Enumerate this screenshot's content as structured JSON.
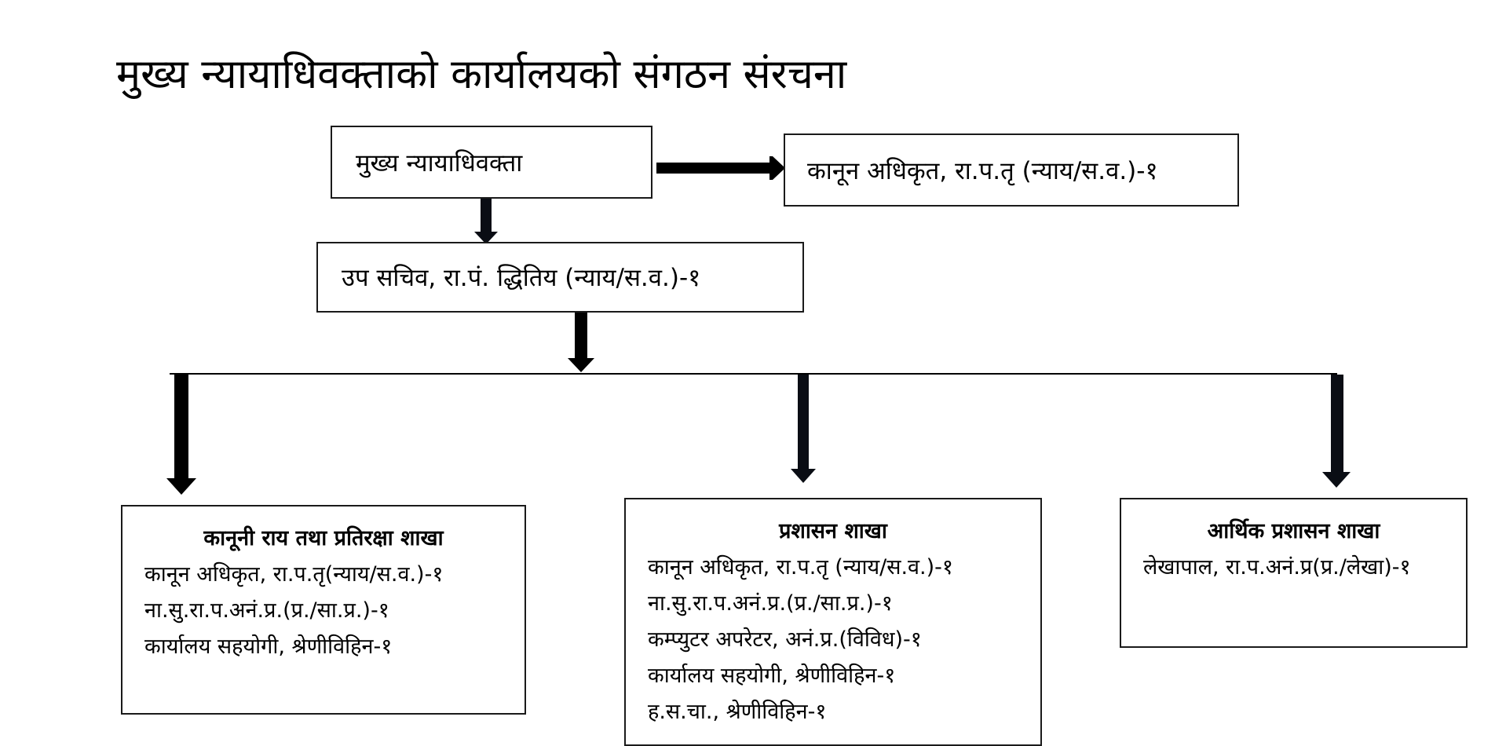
{
  "title": "मुख्य न्यायाधिवक्ताको कार्यालयको संगठन संरचना",
  "colors": {
    "line": "#000000",
    "arrow": "#0a0d14",
    "box_border": "#1a1a1a",
    "background": "#ffffff"
  },
  "chief": {
    "label": "मुख्य न्यायाधिवक्ता"
  },
  "side_officer": {
    "label": "कानून अधिकृत, रा.प.तृ (न्याय/स.व.)-१"
  },
  "deputy": {
    "label": "उप सचिव, रा.पं. द्धितिय (न्याय/स.व.)-१"
  },
  "branches": [
    {
      "title": "कानूनी राय तथा प्रतिरक्षा शाखा",
      "items": [
        "कानून अधिकृत, रा.प.तृ(न्याय/स.व.)-१",
        "ना.सु.रा.प.अनं.प्र.(प्र./सा.प्र.)-१",
        "कार्यालय सहयोगी, श्रेणीविहिन-१"
      ]
    },
    {
      "title": "प्रशासन शाखा",
      "items": [
        "कानून अधिकृत, रा.प.तृ (न्याय/स.व.)-१",
        "ना.सु.रा.प.अनं.प्र.(प्र./सा.प्र.)-१",
        "कम्प्युटर अपरेटर, अनं.प्र.(विविध)-१",
        "कार्यालय सहयोगी, श्रेणीविहिन-१",
        "ह.स.चा., श्रेणीविहिन-१"
      ]
    },
    {
      "title": "आर्थिक प्रशासन शाखा",
      "items": [
        "लेखापाल, रा.प.अनं.प्र(प्र./लेखा)-१"
      ]
    }
  ]
}
